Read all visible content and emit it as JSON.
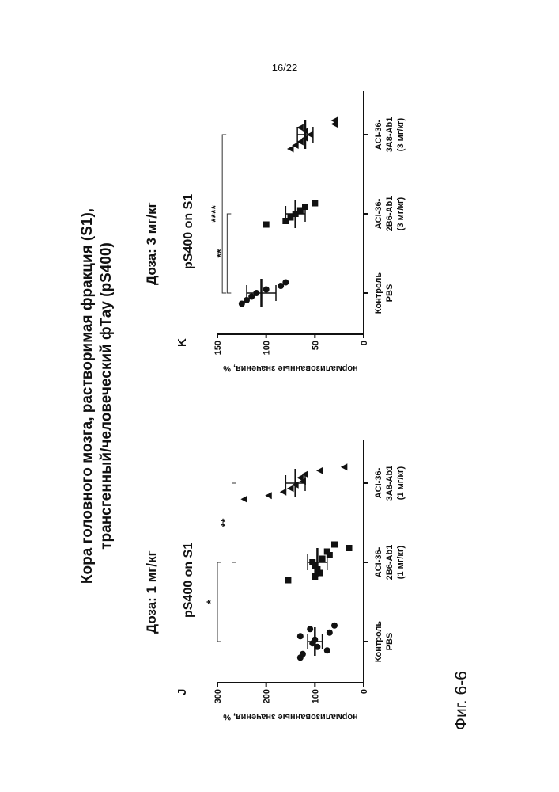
{
  "page_number": "16/22",
  "title": {
    "line1": "Кора головного мозга, растворимая фракция (S1),",
    "line2": "трансгенный/человеческий фТау (pS400)"
  },
  "figure_caption": "Фиг. 6-6",
  "chart_data": [
    {
      "type": "scatter",
      "panel": "J",
      "dose_label": "Доза: 1 мг/кг",
      "title": "pS400 on S1",
      "ylabel": "нормализованные значения, %",
      "ylim": [
        0,
        300
      ],
      "yticks": [
        "0",
        "100",
        "200",
        "300"
      ],
      "categories": [
        [
          "Контроль",
          "PBS"
        ],
        [
          "ACI-36-",
          "2B6-Ab1",
          "(1 мг/кг)"
        ],
        [
          "ACI-36-",
          "3A8-Ab1",
          "(1 мг/кг)"
        ]
      ],
      "markers": [
        "circle",
        "square",
        "triangle"
      ],
      "series": [
        {
          "values": [
            130,
            125,
            75,
            95,
            105,
            100,
            130,
            70,
            110,
            60
          ]
        },
        {
          "values": [
            155,
            100,
            90,
            95,
            100,
            105,
            85,
            70,
            75,
            30,
            60
          ]
        },
        {
          "values": [
            245,
            195,
            165,
            150,
            140,
            125,
            130,
            120,
            90,
            40
          ]
        }
      ],
      "mean": [
        100,
        95,
        140
      ],
      "sem": [
        15,
        20,
        20
      ],
      "significance": [
        {
          "from": 0,
          "to": 1,
          "label": "*",
          "y": 300
        },
        {
          "from": 1,
          "to": 2,
          "label": "**",
          "y": 270
        }
      ],
      "grid": false
    },
    {
      "type": "scatter",
      "panel": "K",
      "dose_label": "Доза: 3 мг/кг",
      "title": "pS400 on S1",
      "ylabel": "нормализованные значения, %",
      "ylim": [
        0,
        150
      ],
      "yticks": [
        "0",
        "50",
        "100",
        "150"
      ],
      "categories": [
        [
          "Контроль",
          "PBS"
        ],
        [
          "ACI-36-",
          "2B6-Ab1",
          "(3 мг/кг)"
        ],
        [
          "ACI-36-",
          "3A8-Ab1",
          "(3 мг/кг)"
        ]
      ],
      "markers": [
        "circle",
        "square",
        "triangle"
      ],
      "series": [
        {
          "values": [
            125,
            120,
            115,
            110,
            100,
            85,
            80
          ]
        },
        {
          "values": [
            100,
            80,
            75,
            70,
            65,
            60,
            50
          ]
        },
        {
          "values": [
            75,
            70,
            65,
            60,
            55,
            60,
            65,
            30,
            30
          ]
        }
      ],
      "mean": [
        105,
        70,
        60
      ],
      "sem": [
        15,
        10,
        8
      ],
      "significance": [
        {
          "from": 0,
          "to": 1,
          "label": "**",
          "y": 140
        },
        {
          "from": 0,
          "to": 2,
          "label": "****",
          "y": 145
        }
      ],
      "grid": false
    }
  ]
}
